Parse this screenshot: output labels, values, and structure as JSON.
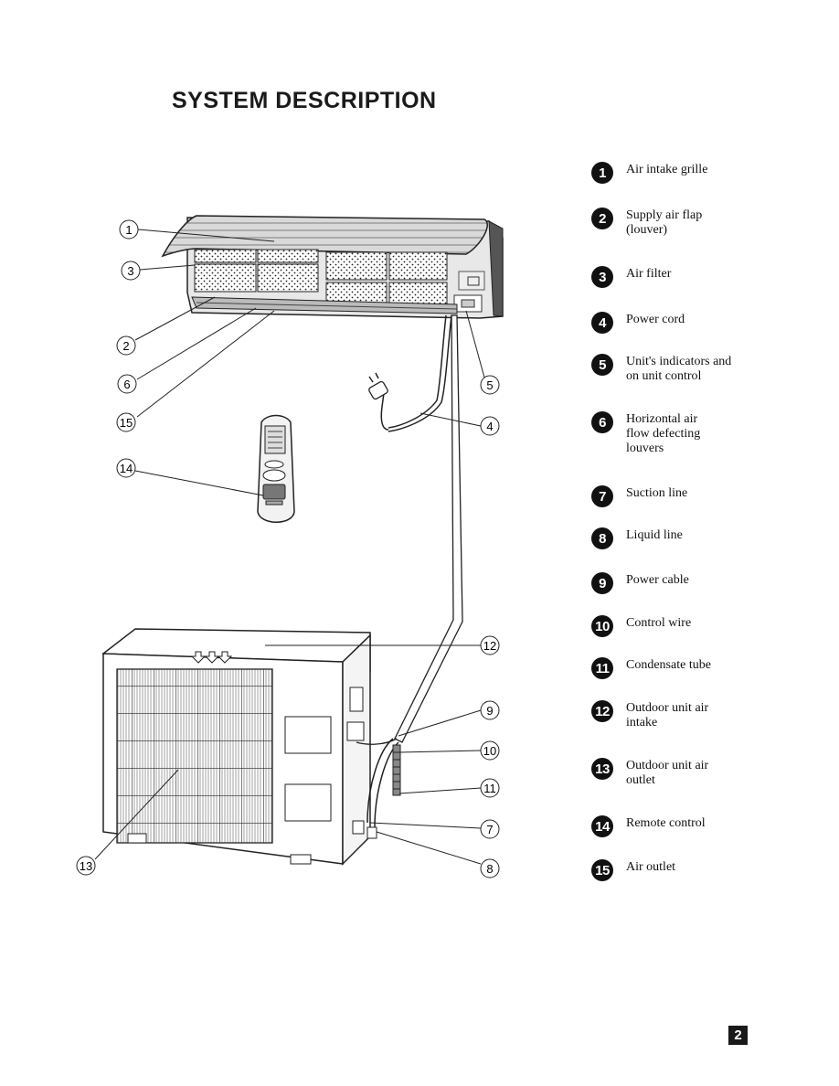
{
  "page": {
    "title": "SYSTEM  DESCRIPTION",
    "page_number": "2"
  },
  "legend": [
    {
      "num": "1",
      "label": "Air intake grille"
    },
    {
      "num": "2",
      "label": "Supply air flap (louver)"
    },
    {
      "num": "3",
      "label": "Air filter"
    },
    {
      "num": "4",
      "label": "Power cord"
    },
    {
      "num": "5",
      "label": "Unit's indicators and on unit control"
    },
    {
      "num": "6",
      "label": "Horizontal air flow defecting louvers"
    },
    {
      "num": "7",
      "label": "Suction line"
    },
    {
      "num": "8",
      "label": "Liquid line"
    },
    {
      "num": "9",
      "label": "Power cable"
    },
    {
      "num": "10",
      "label": "Control wire"
    },
    {
      "num": "11",
      "label": "Condensate tube"
    },
    {
      "num": "12",
      "label": "Outdoor unit air intake"
    },
    {
      "num": "13",
      "label": "Outdoor unit air outlet"
    },
    {
      "num": "14",
      "label": "Remote control"
    },
    {
      "num": "15",
      "label": "Air outlet"
    }
  ],
  "callouts": [
    "1",
    "3",
    "2",
    "6",
    "15",
    "14",
    "5",
    "4",
    "12",
    "9",
    "10",
    "11",
    "7",
    "8",
    "13"
  ]
}
